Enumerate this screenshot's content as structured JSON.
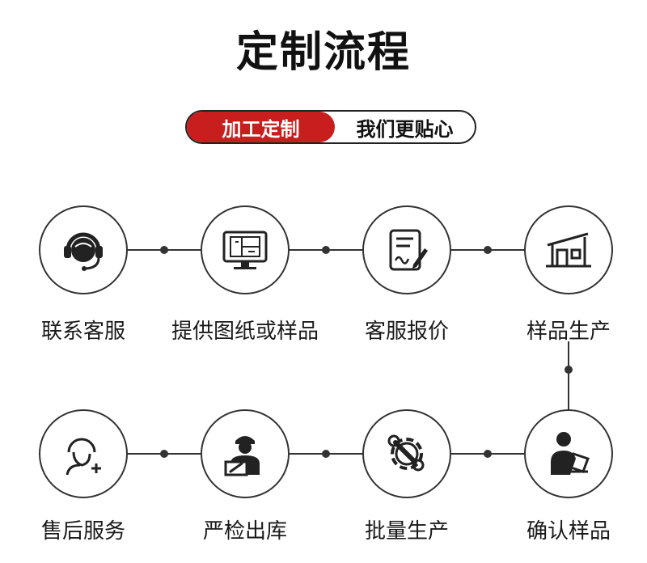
{
  "title": "定制流程",
  "banner": {
    "highlight": "加工定制",
    "text": "我们更贴心"
  },
  "steps": [
    {
      "label": "联系客服",
      "icon": "headset-icon"
    },
    {
      "label": "提供图纸或样品",
      "icon": "blueprint-monitor-icon"
    },
    {
      "label": "客服报价",
      "icon": "quote-document-icon"
    },
    {
      "label": "样品生产",
      "icon": "workshop-icon"
    },
    {
      "label": "确认样品",
      "icon": "worker-checking-icon"
    },
    {
      "label": "批量生产",
      "icon": "gear-wrench-icon"
    },
    {
      "label": "严检出库",
      "icon": "worker-toolbox-icon"
    },
    {
      "label": "售后服务",
      "icon": "support-person-icon"
    }
  ]
}
